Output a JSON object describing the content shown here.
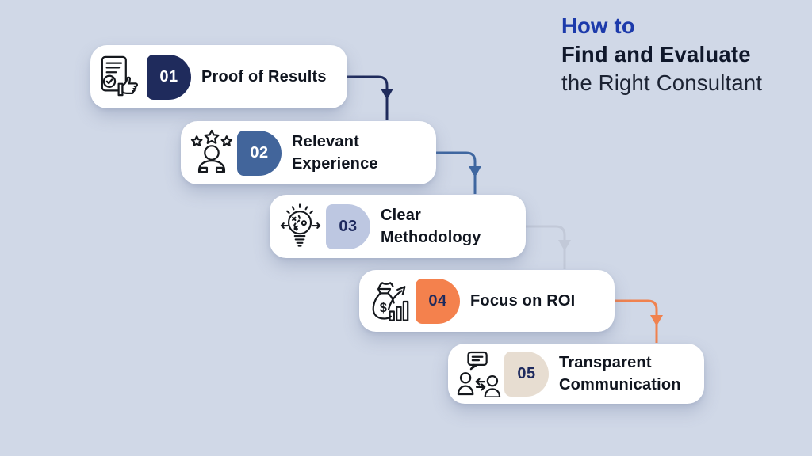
{
  "background_color": "#d0d8e7",
  "title": {
    "line1": "How to",
    "line2": "Find and Evaluate",
    "line3": "the Right Consultant",
    "line1_color": "#1c3aab"
  },
  "steps": [
    {
      "number": "01",
      "label": "Proof of Results",
      "badge_color": "#1f2b5c",
      "number_color": "#ffffff",
      "icon": "document-check-thumbs-up-icon",
      "connector_color": "#1f2b5c"
    },
    {
      "number": "02",
      "label": "Relevant\nExperience",
      "badge_color": "#42659b",
      "number_color": "#ffffff",
      "icon": "person-with-stars-icon",
      "connector_color": "#3f67a0"
    },
    {
      "number": "03",
      "label": "Clear\nMethodology",
      "badge_color": "#bdc7e1",
      "number_color": "#1e2a5e",
      "icon": "lightbulb-strategy-icon",
      "connector_color": "#c2c9d8"
    },
    {
      "number": "04",
      "label": "Focus on ROI",
      "badge_color": "#f4814d",
      "number_color": "#1e2a5e",
      "icon": "money-bag-growth-icon",
      "connector_color": "#f0824f"
    },
    {
      "number": "05",
      "label": "Transparent\nCommunication",
      "badge_color": "#e7ddd1",
      "number_color": "#1e2a5e",
      "icon": "people-communication-icon",
      "connector_color": null
    }
  ]
}
